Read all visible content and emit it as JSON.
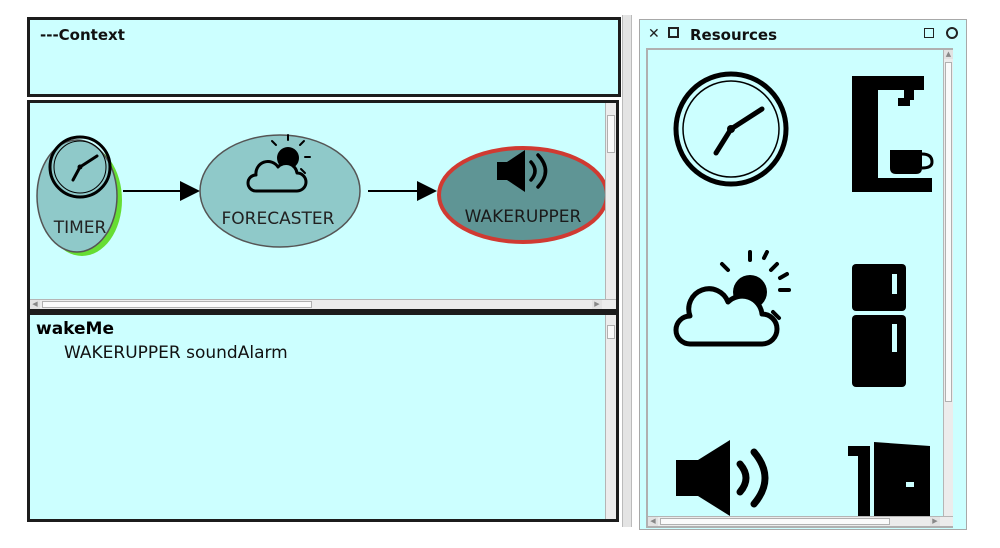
{
  "context": {
    "title": "---Context"
  },
  "graph": {
    "nodes": [
      {
        "label": "TIMER",
        "icon": "clock-icon"
      },
      {
        "label": "FORECASTER",
        "icon": "weather-icon"
      },
      {
        "label": "WAKERUPPER",
        "icon": "speaker-icon",
        "selected": true
      }
    ]
  },
  "script": {
    "method": "wakeMe",
    "line": "WAKERUPPER soundAlarm"
  },
  "resources": {
    "title": "Resources",
    "icons": [
      "clock-icon",
      "coffee-maker-icon",
      "weather-icon",
      "fridge-icon",
      "speaker-icon",
      "door-icon"
    ]
  },
  "colors": {
    "panel": "#ccffff",
    "node_fill": "#8fc9c9",
    "node_selected_fill": "#5f9595",
    "selection_ring": "#d03a32",
    "active_glow": "#66dd33"
  }
}
